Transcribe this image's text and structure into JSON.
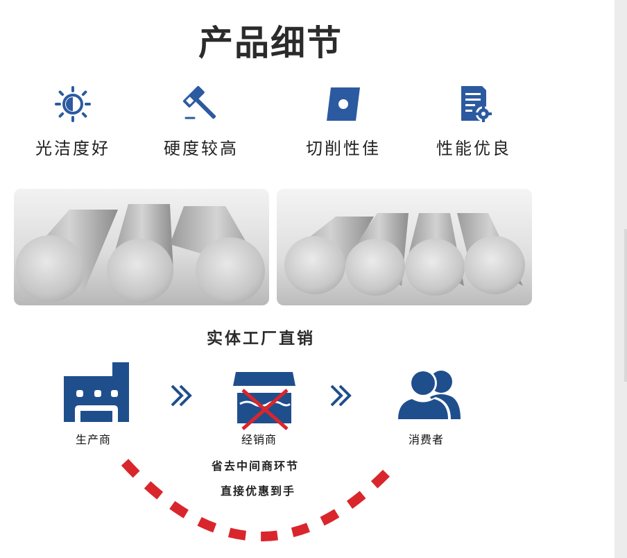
{
  "title": "产品细节",
  "features": [
    {
      "label": "光洁度好",
      "icon": "sun-icon"
    },
    {
      "label": "硬度较高",
      "icon": "hammer-icon"
    },
    {
      "label": "切削性佳",
      "icon": "cutting-insert-icon"
    },
    {
      "label": "性能优良",
      "icon": "document-gear-icon"
    }
  ],
  "section_title": "实体工厂直销",
  "flow": {
    "producer": "生产商",
    "dealer": "经销商",
    "consumer": "消费者"
  },
  "slogan": {
    "line1": "省去中间商环节",
    "line2": "直接优惠到手"
  },
  "colors": {
    "icon_blue": "#2c5aa0",
    "dark_blue": "#1f4e8c",
    "red": "#d9262c",
    "text_dark": "#2b2b2b"
  }
}
